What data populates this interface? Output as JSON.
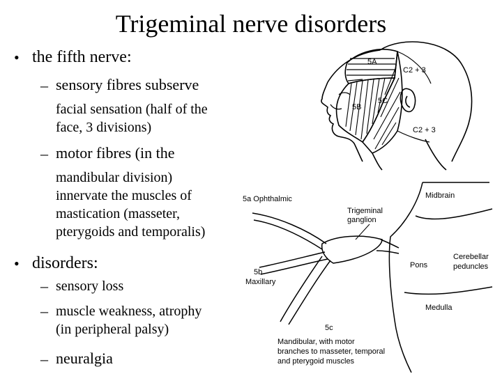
{
  "title": "Trigeminal nerve disorders",
  "bullets": {
    "b1": "the fifth nerve:",
    "sub1_first": "sensory fibres subserve",
    "sub1_rest": [
      "facial sensation (half of the",
      "face, 3 divisions)"
    ],
    "sub2_first": "motor fibres (in the",
    "sub2_rest": [
      "mandibular division)",
      "innervate the muscles of",
      "mastication (masseter,",
      "pterygoids and temporalis)"
    ],
    "b2": "disorders:",
    "sub3": "sensory loss",
    "sub4": [
      "muscle weakness, atrophy",
      "(in peripheral palsy)"
    ],
    "sub5": "neuralgia"
  },
  "head_figure": {
    "labels": {
      "v1": "5A",
      "v2": "5B",
      "v3": "5C",
      "c23_top": "C2 + 3",
      "c23_bottom": "C2 + 3"
    }
  },
  "nerve_figure": {
    "labels": {
      "ophthalmic": "5a Ophthalmic",
      "ganglion": [
        "Trigeminal",
        "ganglion"
      ],
      "midbrain": "Midbrain",
      "cerebellar": [
        "Cerebellar",
        "peduncles"
      ],
      "pons": "Pons",
      "maxillary": [
        "5b",
        "Maxillary"
      ],
      "medulla": "Medulla",
      "mandibular_code": "5c",
      "mandibular": [
        "Mandibular, with motor",
        "branches to masseter, temporal",
        "and pterygoid muscles"
      ]
    }
  }
}
